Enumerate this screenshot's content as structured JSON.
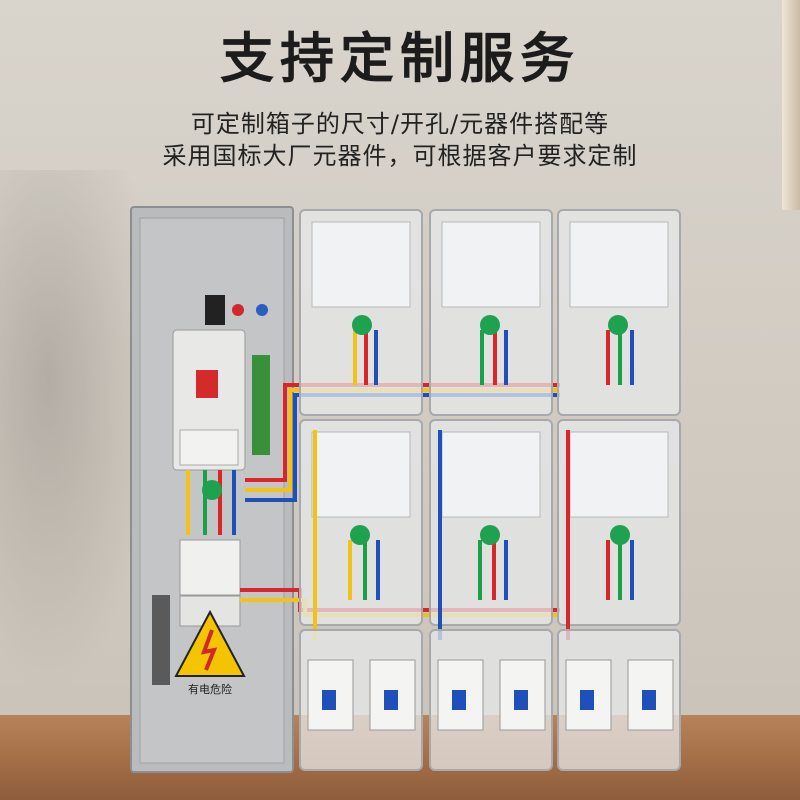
{
  "headline": "支持定制服务",
  "subtitle_line1": "可定制箱子的尺寸/开孔/元器件搭配等",
  "subtitle_line2": "采用国标大厂元器件，可根据客户要求定制",
  "warning_label": "有电危险",
  "colors": {
    "wire_yellow": "#f2c21a",
    "wire_green": "#1aa046",
    "wire_red": "#d8262b",
    "wire_blue": "#1f4fb8",
    "meter_ball": "#1ea24f",
    "cabinet_gray": "#b7b9bb"
  }
}
